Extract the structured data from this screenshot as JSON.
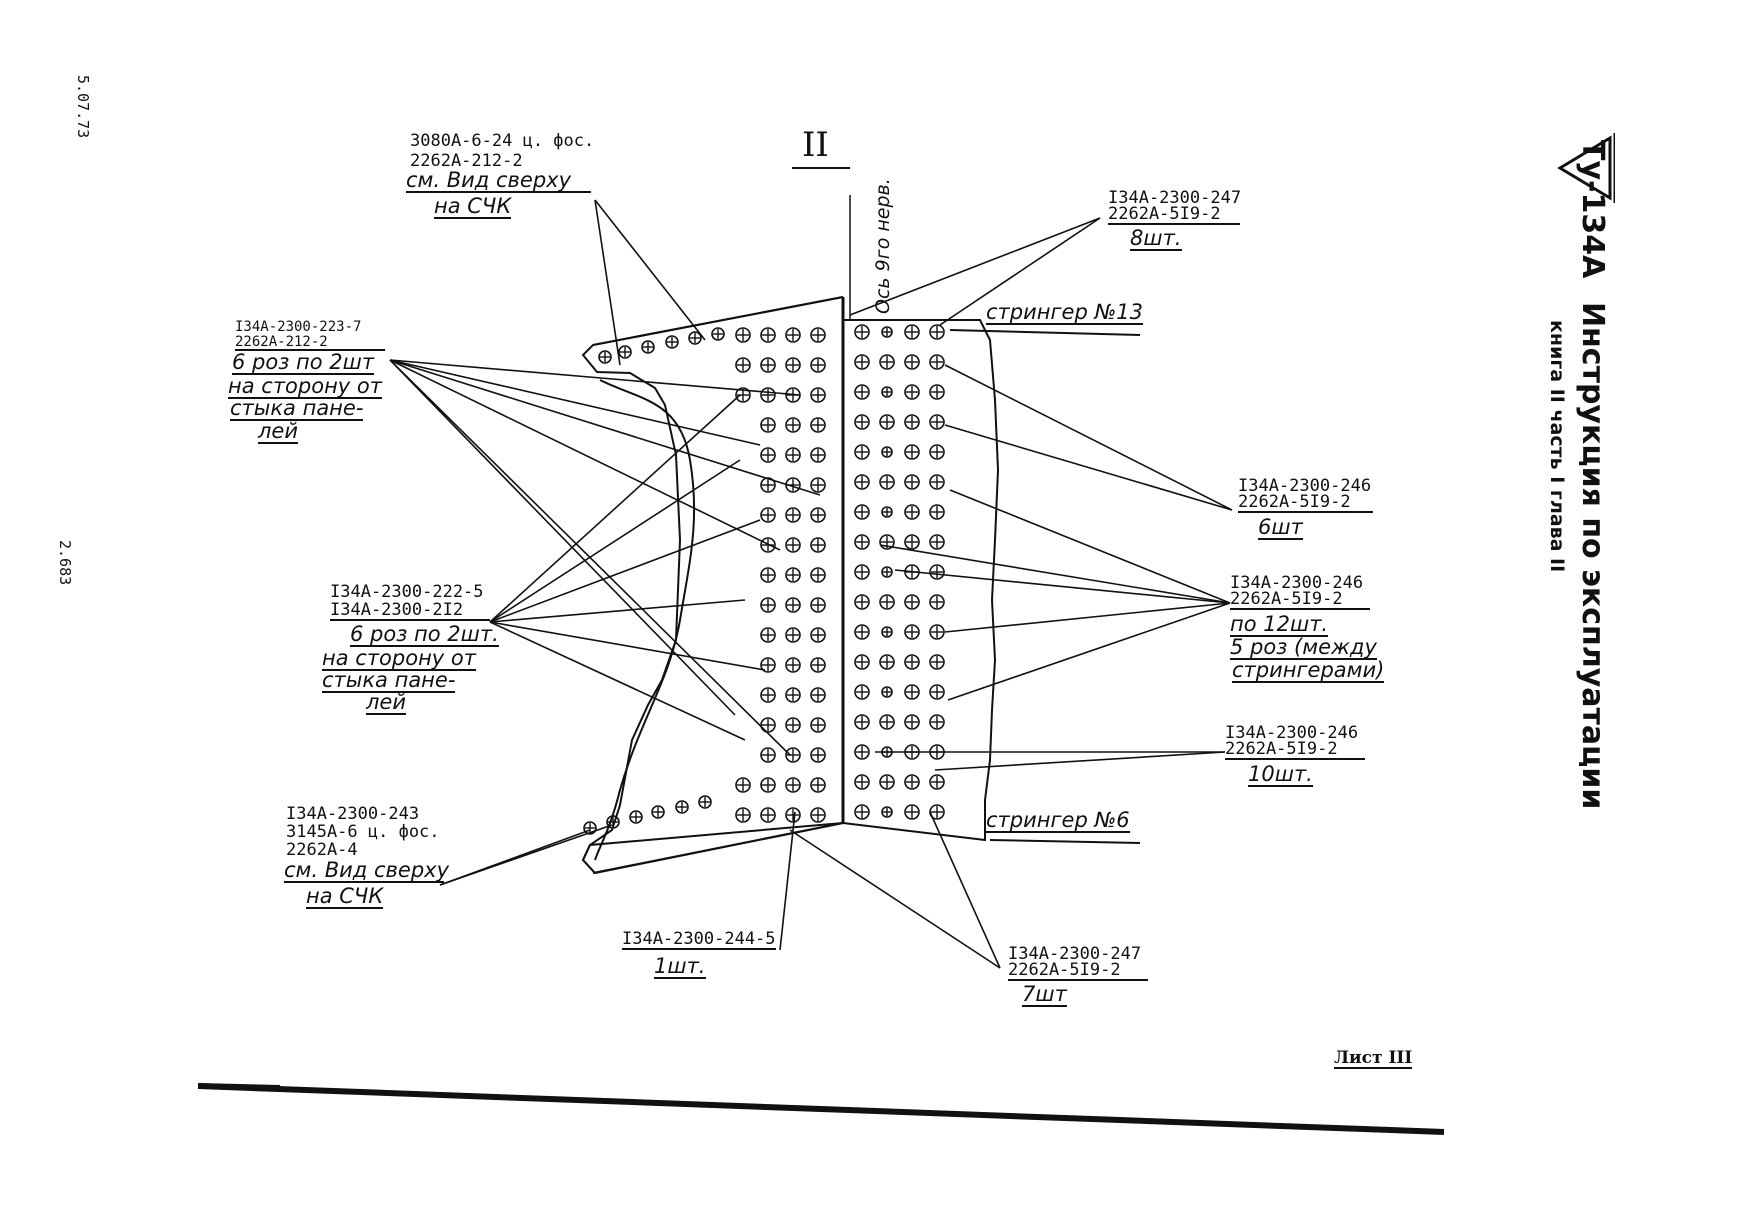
{
  "header": {
    "logo_text": "Ту-134А",
    "doc_title": "Инструкция по эксплуатации",
    "doc_subtitle": "книга II  часть I  глава II"
  },
  "margin": {
    "date": "5.07.73",
    "page_code": "2.683"
  },
  "drawing": {
    "section_mark": "II",
    "axis_label": "Ось 9го нерв.",
    "stringer_top": "стрингер №13",
    "stringer_bottom": "стрингер №6"
  },
  "callouts": {
    "top_left": {
      "line1": "3080А-6-24 ц. фос.",
      "line2": "2262А-212-2",
      "line3": "см. Вид сверху",
      "line4": "на СЧК"
    },
    "top_right": {
      "line1": "I34А-2300-247",
      "line2": "2262А-5I9-2",
      "line3": "8шт."
    },
    "left_upper": {
      "line1": "I34А-2300-223-7",
      "line2": "2262А-212-2",
      "line3": "6 роз по 2шт",
      "line4": "на сторону от",
      "line5": "стыка пане-",
      "line6": "лей"
    },
    "left_middle": {
      "line1": "I34А-2300-222-5",
      "line2": "I34А-2300-2I2",
      "line3": "6 роз по 2шт.",
      "line4": "на сторону от",
      "line5": "стыка пане-",
      "line6": "лей"
    },
    "left_lower": {
      "line1": "I34А-2300-243",
      "line2": "3145А-6 ц. фос.",
      "line3": "2262А-4",
      "line4": "см. Вид сверху",
      "line5": "на СЧК"
    },
    "right_1": {
      "line1": "I34А-2300-246",
      "line2": "2262А-5I9-2",
      "line3": "6шт"
    },
    "right_2": {
      "line1": "I34А-2300-246",
      "line2": "2262А-5I9-2",
      "line3": "по 12шт.",
      "line4": "5 роз (между",
      "line5": "стрингерами)"
    },
    "right_3": {
      "line1": "I34А-2300-246",
      "line2": "2262А-5I9-2",
      "line3": "10шт."
    },
    "bottom_center": {
      "line1": "I34А-2300-244-5",
      "line2": "1шт."
    },
    "bottom_right": {
      "line1": "I34А-2300-247",
      "line2": "2262А-5I9-2",
      "line3": "7шт"
    }
  },
  "footer": {
    "sheet_label": "Лист III"
  }
}
